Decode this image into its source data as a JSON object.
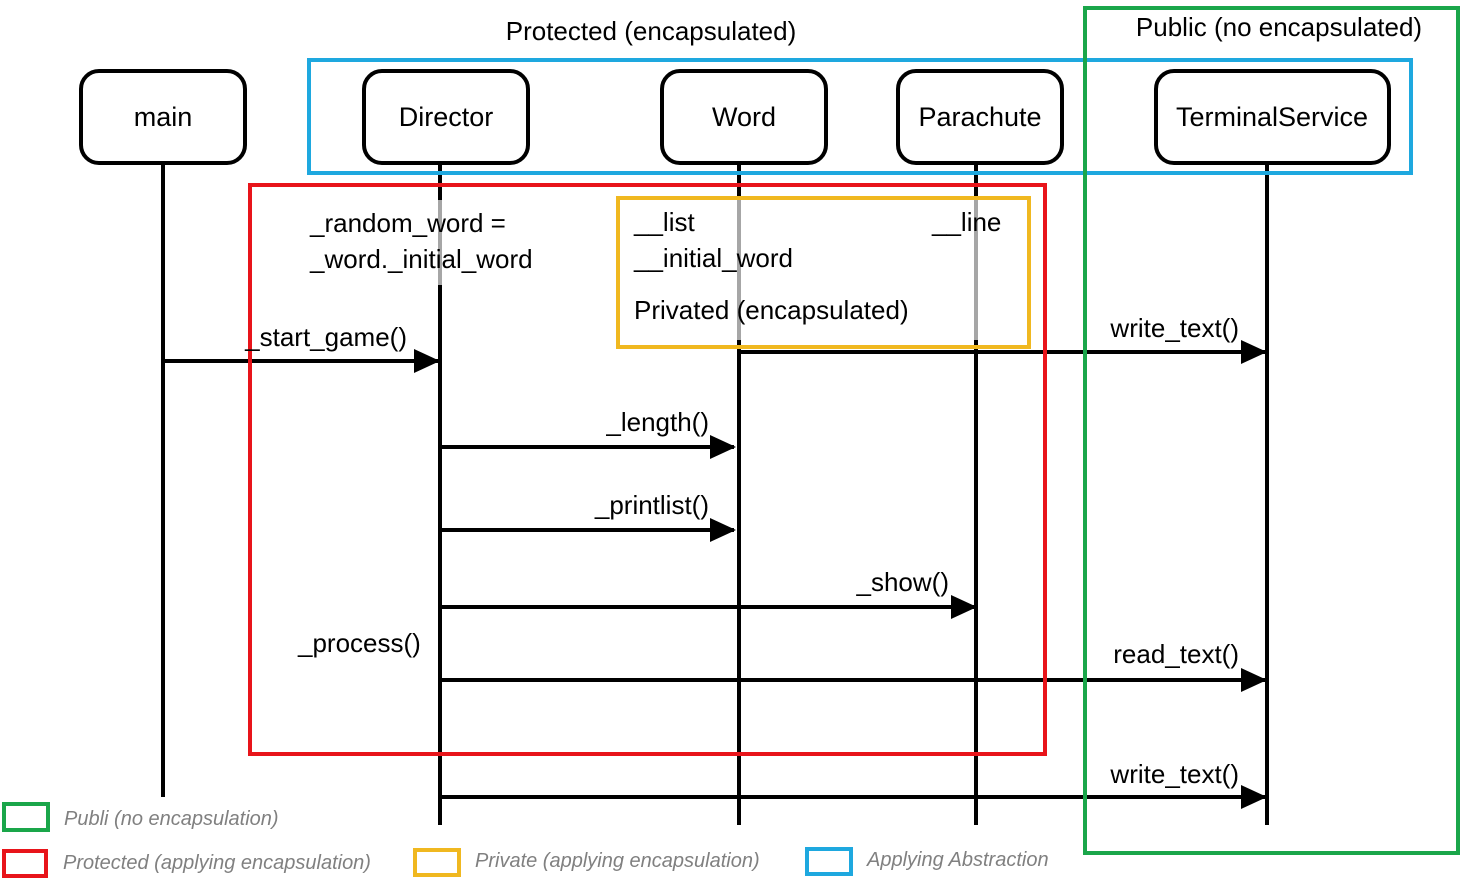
{
  "groups": {
    "protected_title": "Protected (encapsulated)",
    "public_title": "Public (no encapsulated)",
    "private_title": "Privated (encapsulated)"
  },
  "actors": [
    "main",
    "Director",
    "Word",
    "Parachute",
    "TerminalService"
  ],
  "attributes": {
    "director_line1": "_random_word =",
    "director_line2": "_word._initial_word",
    "word_line1": "__list",
    "word_line2": "__initial_word",
    "parachute_line1": "__line"
  },
  "messages": [
    {
      "label": "_start_game()",
      "from": "main",
      "to": "Director"
    },
    {
      "label": "write_text()",
      "from": "Word",
      "to": "TerminalService"
    },
    {
      "label": "_length()",
      "from": "Director",
      "to": "Word"
    },
    {
      "label": "_printlist()",
      "from": "Director",
      "to": "Word"
    },
    {
      "label": "_show()",
      "from": "Director",
      "to": "Parachute"
    },
    {
      "label": "read_text()",
      "from": "Director",
      "to": "TerminalService"
    },
    {
      "label": "write_text()",
      "from": "Director",
      "to": "TerminalService"
    }
  ],
  "notes": {
    "process": "_process()"
  },
  "legend": [
    {
      "label": "Publi (no encapsulation)",
      "color": "#1aa64a"
    },
    {
      "label": "Protected (applying encapsulation)",
      "color": "#e8141a"
    },
    {
      "label": "Private (applying encapsulation)",
      "color": "#f0b820"
    },
    {
      "label": "Applying Abstraction",
      "color": "#1ea8df"
    }
  ],
  "colors": {
    "green": "#1aa64a",
    "red": "#e8141a",
    "yellow": "#f0b820",
    "blue": "#1ea8df"
  }
}
